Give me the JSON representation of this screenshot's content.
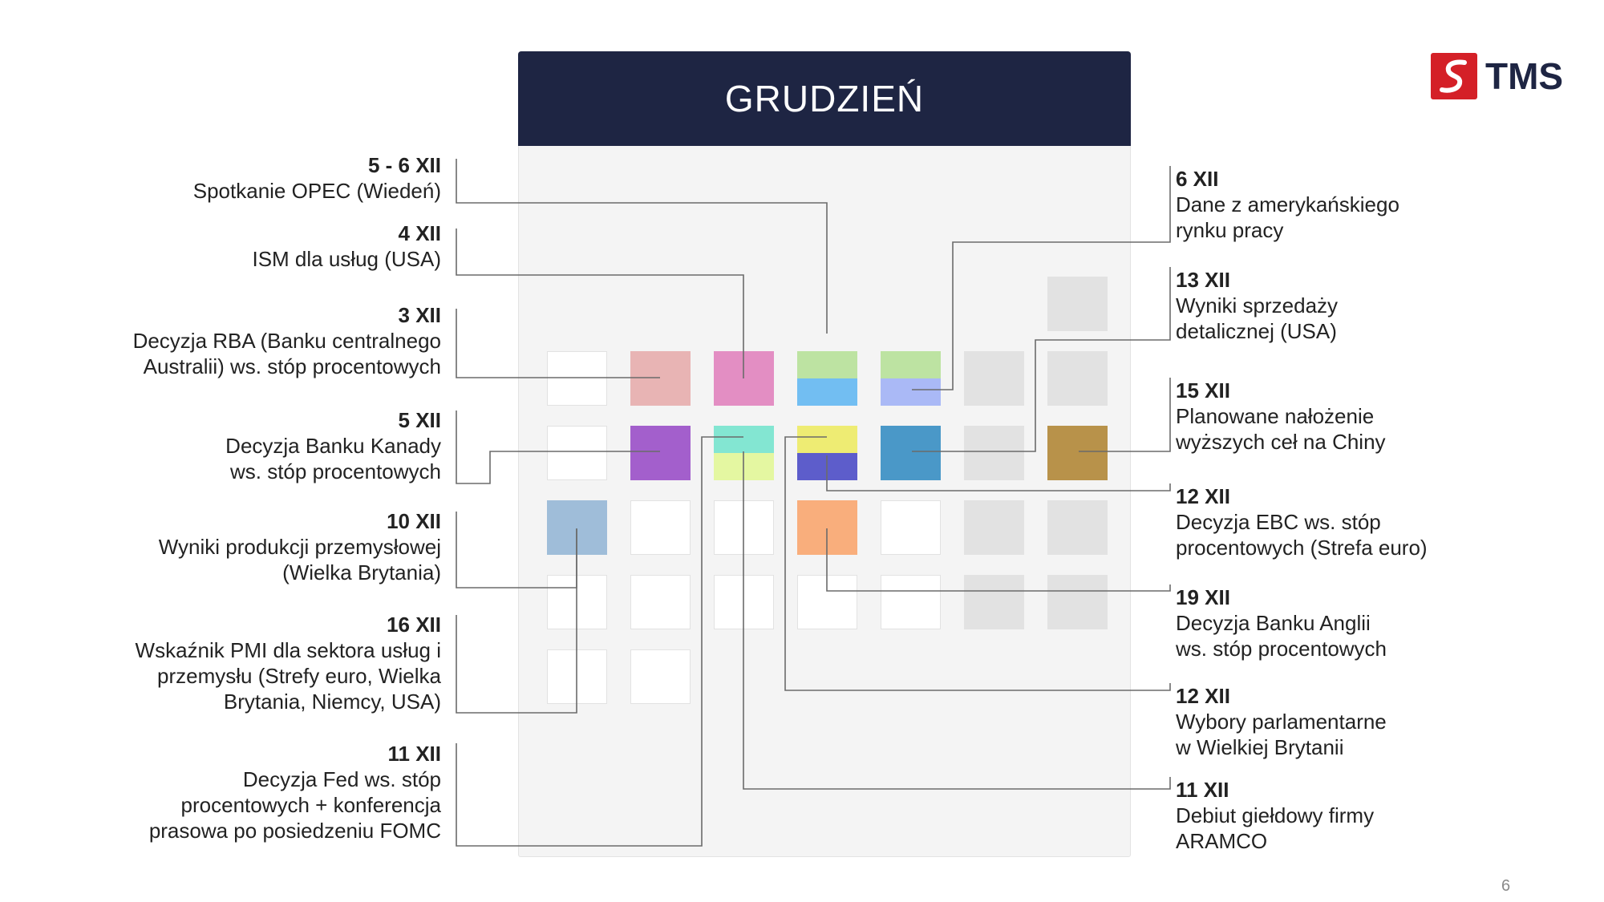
{
  "month_title": "GRUDZIEŃ",
  "logo": {
    "text": "TMS",
    "mark_icon": "tms-s-logo-icon",
    "mark_color": "#d42027"
  },
  "page_number": "6",
  "colors": {
    "header_bg": "#1e2543",
    "connector": "#6b6b6b",
    "weekend_cell": "#e2e2e2",
    "empty_cell": "#ffffff"
  },
  "calendar": {
    "cells": [
      {
        "row": 0,
        "col": 6,
        "colors": [
          "#e2e2e2"
        ]
      },
      {
        "row": 1,
        "col": 0,
        "colors": [
          "#ffffff"
        ]
      },
      {
        "row": 1,
        "col": 1,
        "colors": [
          "#e8b4b4"
        ]
      },
      {
        "row": 1,
        "col": 2,
        "colors": [
          "#e38ec3"
        ]
      },
      {
        "row": 1,
        "col": 3,
        "colors": [
          "#bde3a2",
          "#72bef2"
        ]
      },
      {
        "row": 1,
        "col": 4,
        "colors": [
          "#bde3a2",
          "#aab9f6"
        ]
      },
      {
        "row": 1,
        "col": 5,
        "colors": [
          "#e2e2e2"
        ]
      },
      {
        "row": 1,
        "col": 6,
        "colors": [
          "#e2e2e2"
        ]
      },
      {
        "row": 2,
        "col": 0,
        "colors": [
          "#ffffff"
        ]
      },
      {
        "row": 2,
        "col": 1,
        "colors": [
          "#a35fcc"
        ]
      },
      {
        "row": 2,
        "col": 2,
        "colors": [
          "#83e6d2",
          "#e4f7a1"
        ]
      },
      {
        "row": 2,
        "col": 3,
        "colors": [
          "#eeec73",
          "#5d5dcb"
        ]
      },
      {
        "row": 2,
        "col": 4,
        "colors": [
          "#4a98c8"
        ]
      },
      {
        "row": 2,
        "col": 5,
        "colors": [
          "#e2e2e2"
        ]
      },
      {
        "row": 2,
        "col": 6,
        "colors": [
          "#b8924a"
        ]
      },
      {
        "row": 3,
        "col": 0,
        "colors": [
          "#9fbdd9"
        ]
      },
      {
        "row": 3,
        "col": 1,
        "colors": [
          "#ffffff"
        ]
      },
      {
        "row": 3,
        "col": 2,
        "colors": [
          "#ffffff"
        ]
      },
      {
        "row": 3,
        "col": 3,
        "colors": [
          "#f9ae7c"
        ]
      },
      {
        "row": 3,
        "col": 4,
        "colors": [
          "#ffffff"
        ]
      },
      {
        "row": 3,
        "col": 5,
        "colors": [
          "#e2e2e2"
        ]
      },
      {
        "row": 3,
        "col": 6,
        "colors": [
          "#e2e2e2"
        ]
      },
      {
        "row": 4,
        "col": 0,
        "colors": [
          "#ffffff"
        ]
      },
      {
        "row": 4,
        "col": 1,
        "colors": [
          "#ffffff"
        ]
      },
      {
        "row": 4,
        "col": 2,
        "colors": [
          "#ffffff"
        ]
      },
      {
        "row": 4,
        "col": 3,
        "colors": [
          "#ffffff"
        ]
      },
      {
        "row": 4,
        "col": 4,
        "colors": [
          "#ffffff"
        ]
      },
      {
        "row": 4,
        "col": 5,
        "colors": [
          "#e2e2e2"
        ]
      },
      {
        "row": 4,
        "col": 6,
        "colors": [
          "#e2e2e2"
        ]
      },
      {
        "row": 5,
        "col": 0,
        "colors": [
          "#ffffff"
        ]
      },
      {
        "row": 5,
        "col": 1,
        "colors": [
          "#ffffff"
        ]
      }
    ]
  },
  "left_events": [
    {
      "date": "5 - 6 XII",
      "desc": "Spotkanie OPEC (Wiedeń)"
    },
    {
      "date": "4 XII",
      "desc": "ISM dla usług (USA)"
    },
    {
      "date": "3 XII",
      "desc": "Decyzja RBA (Banku centralnego\nAustralii) ws. stóp procentowych"
    },
    {
      "date": "5 XII",
      "desc": "Decyzja Banku Kanady\nws. stóp procentowych"
    },
    {
      "date": "10 XII",
      "desc": "Wyniki produkcji przemysłowej\n(Wielka Brytania)"
    },
    {
      "date": "16 XII",
      "desc": "Wskaźnik PMI dla sektora usług i\nprzemysłu (Strefy euro, Wielka\nBrytania, Niemcy, USA)"
    },
    {
      "date": "11 XII",
      "desc": "Decyzja Fed ws. stóp\nprocentowych + konferencja\nprasowa po posiedzeniu FOMC"
    }
  ],
  "right_events": [
    {
      "date": "6 XII",
      "desc": "Dane z amerykańskiego\nrynku pracy"
    },
    {
      "date": "13 XII",
      "desc": "Wyniki sprzedaży\ndetalicznej (USA)"
    },
    {
      "date": "15 XII",
      "desc": "Planowane nałożenie\nwyższych ceł na Chiny"
    },
    {
      "date": "12 XII",
      "desc": "Decyzja EBC ws. stóp\nprocentowych (Strefa euro)"
    },
    {
      "date": "19 XII",
      "desc": "Decyzja Banku Anglii\nws. stóp procentowych"
    },
    {
      "date": "12 XII",
      "desc": "Wybory parlamentarne\nw Wielkiej Brytanii"
    },
    {
      "date": "11 XII",
      "desc": "Debiut giełdowy firmy\nARAMCO"
    }
  ]
}
